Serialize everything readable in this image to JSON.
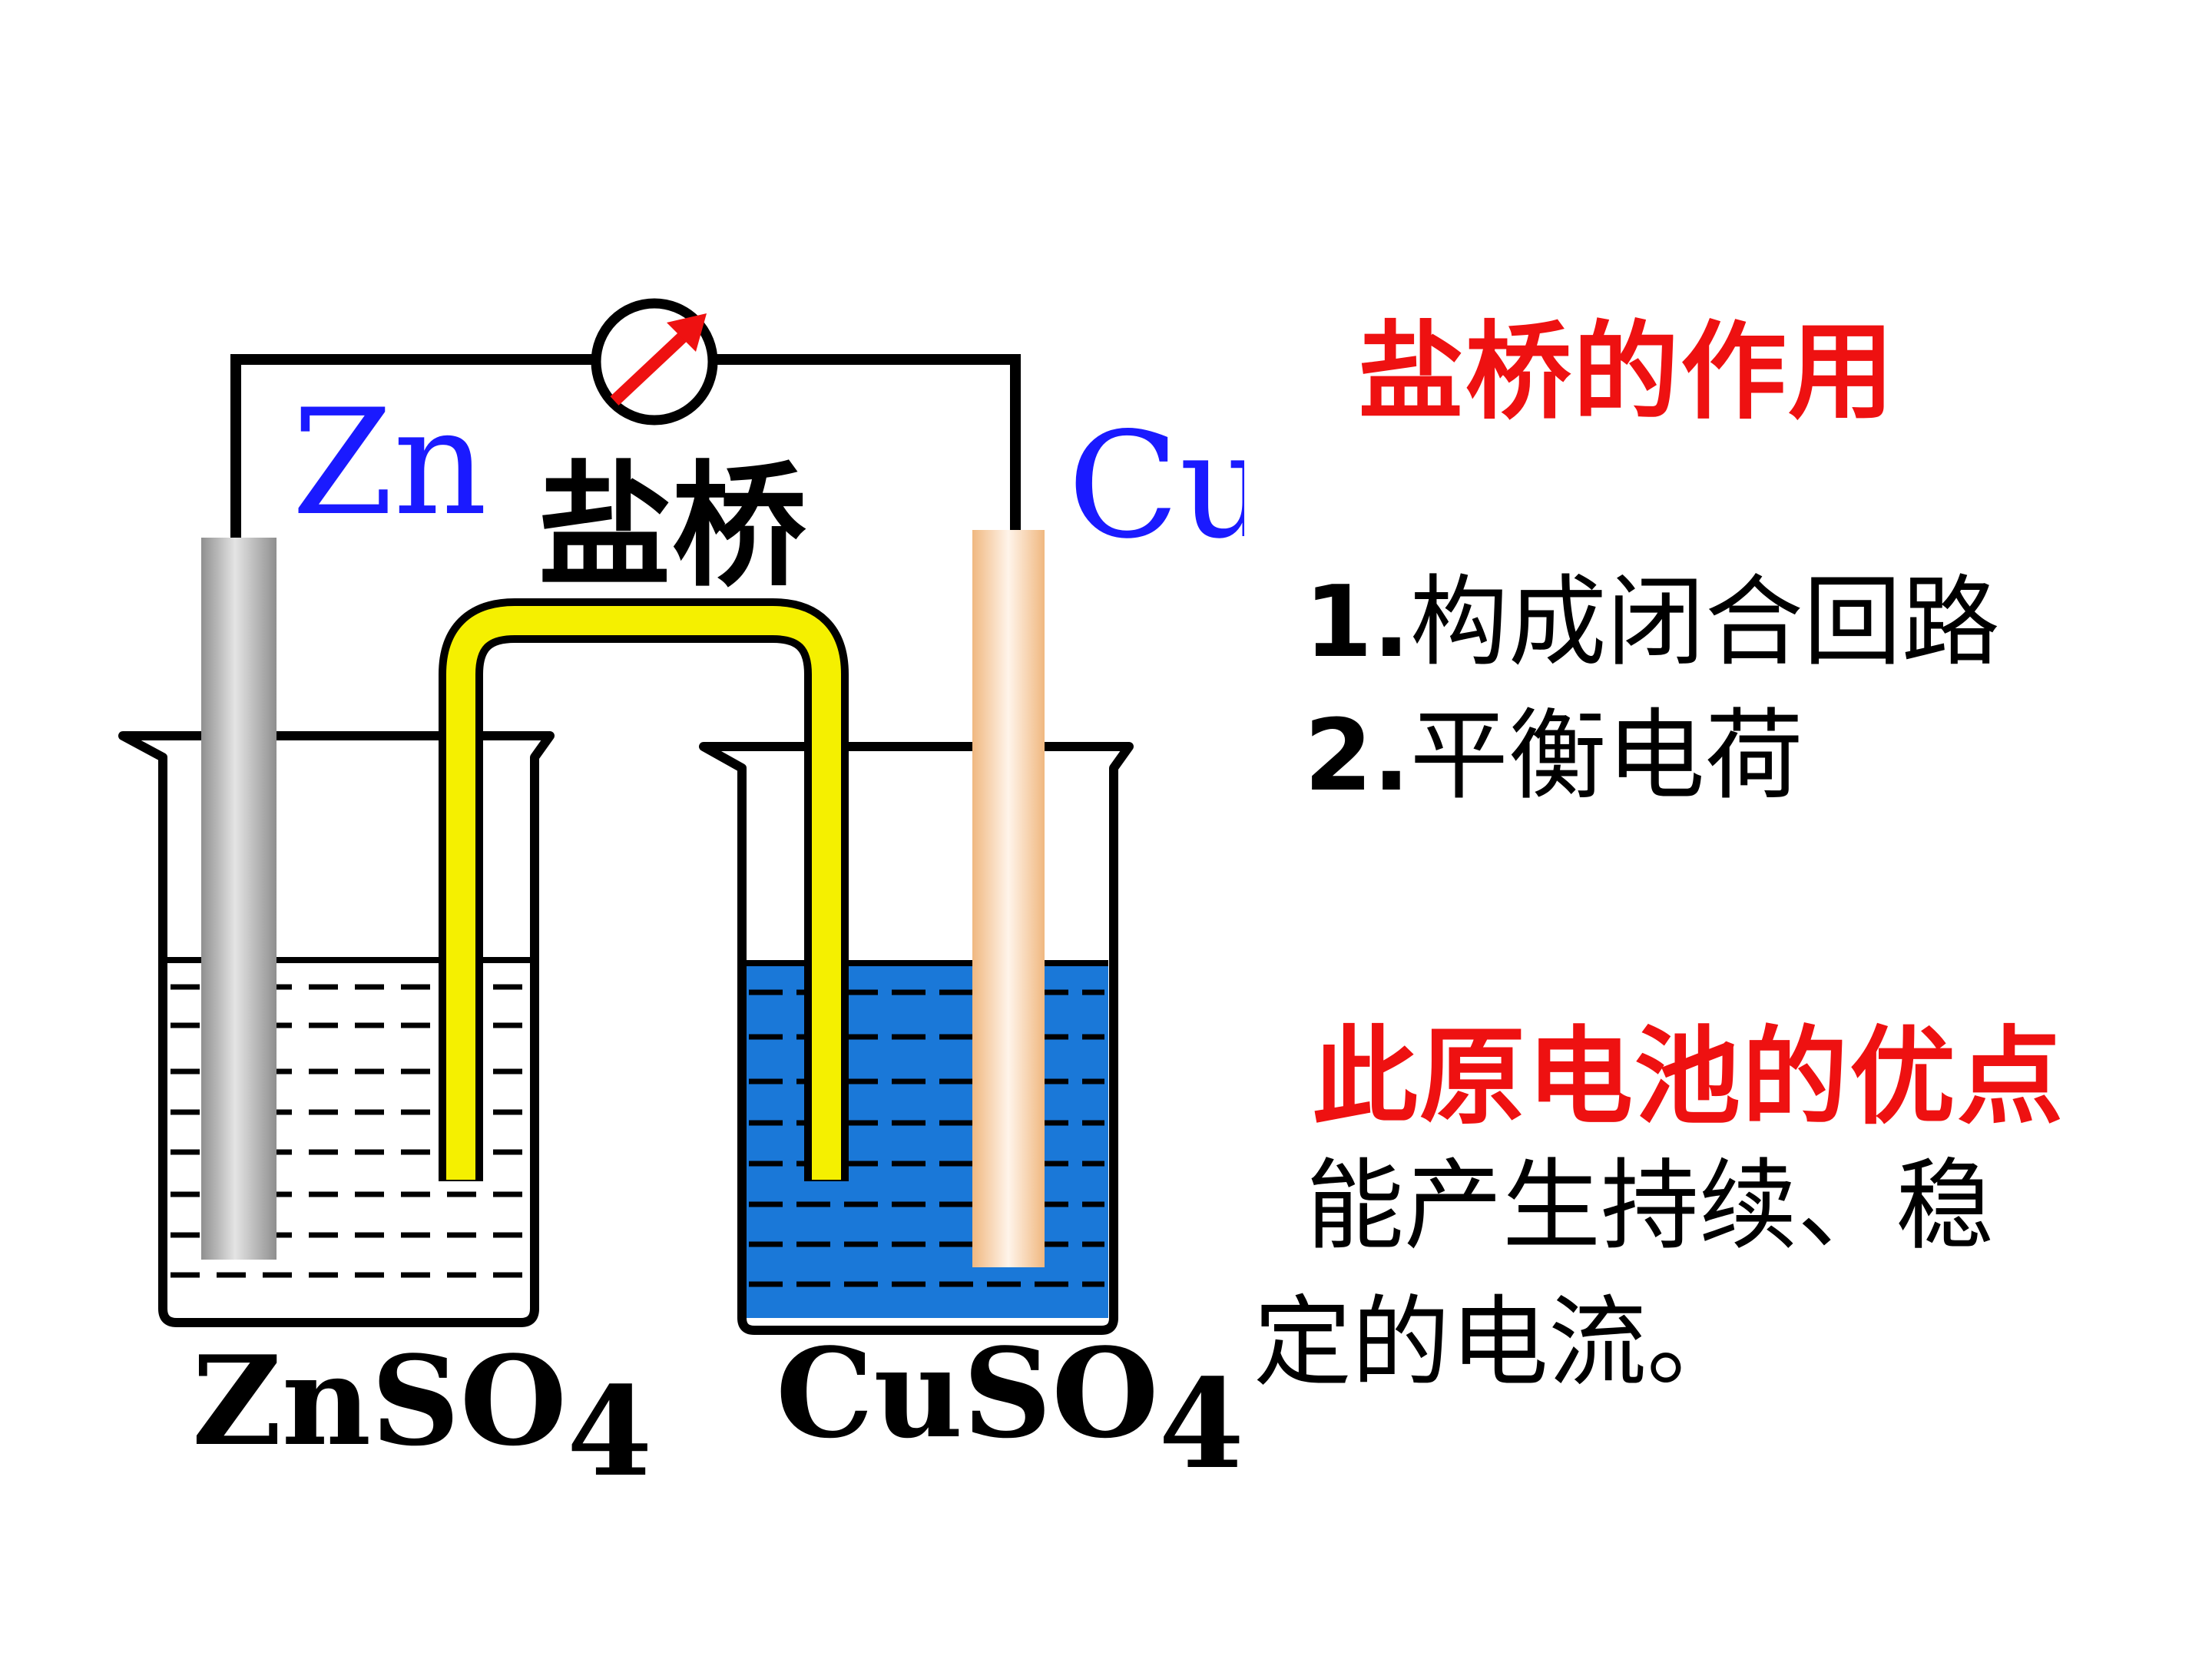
{
  "diagram": {
    "anode_label": "Zn",
    "cathode_label": "Cu",
    "bridge_label": "盐桥",
    "left_solution": {
      "base": "ZnSO",
      "sub": "4"
    },
    "right_solution": {
      "base": "CuSO",
      "sub": "4"
    },
    "meter_icon": "galvanometer-icon",
    "colors": {
      "zn_label": "#1a1aff",
      "cu_label": "#1a1aff",
      "salt_bridge": "#f5f000",
      "cuso4_solution": "#1a78d8",
      "zinc_rod": "#bdbdbd",
      "copper_rod": "#f7cfa8",
      "meter_arrow": "#ee1111"
    }
  },
  "panel": {
    "bridge_title": "盐桥的作用",
    "items": [
      {
        "num": "1.",
        "text": "构成闭合回路"
      },
      {
        "num": "2.",
        "text": "平衡电荷"
      }
    ],
    "advantage_title": "此原电池的优点",
    "advantage_lines": [
      "能产生持续、稳",
      "定的电流。"
    ],
    "accent_color": "#ee1111"
  }
}
